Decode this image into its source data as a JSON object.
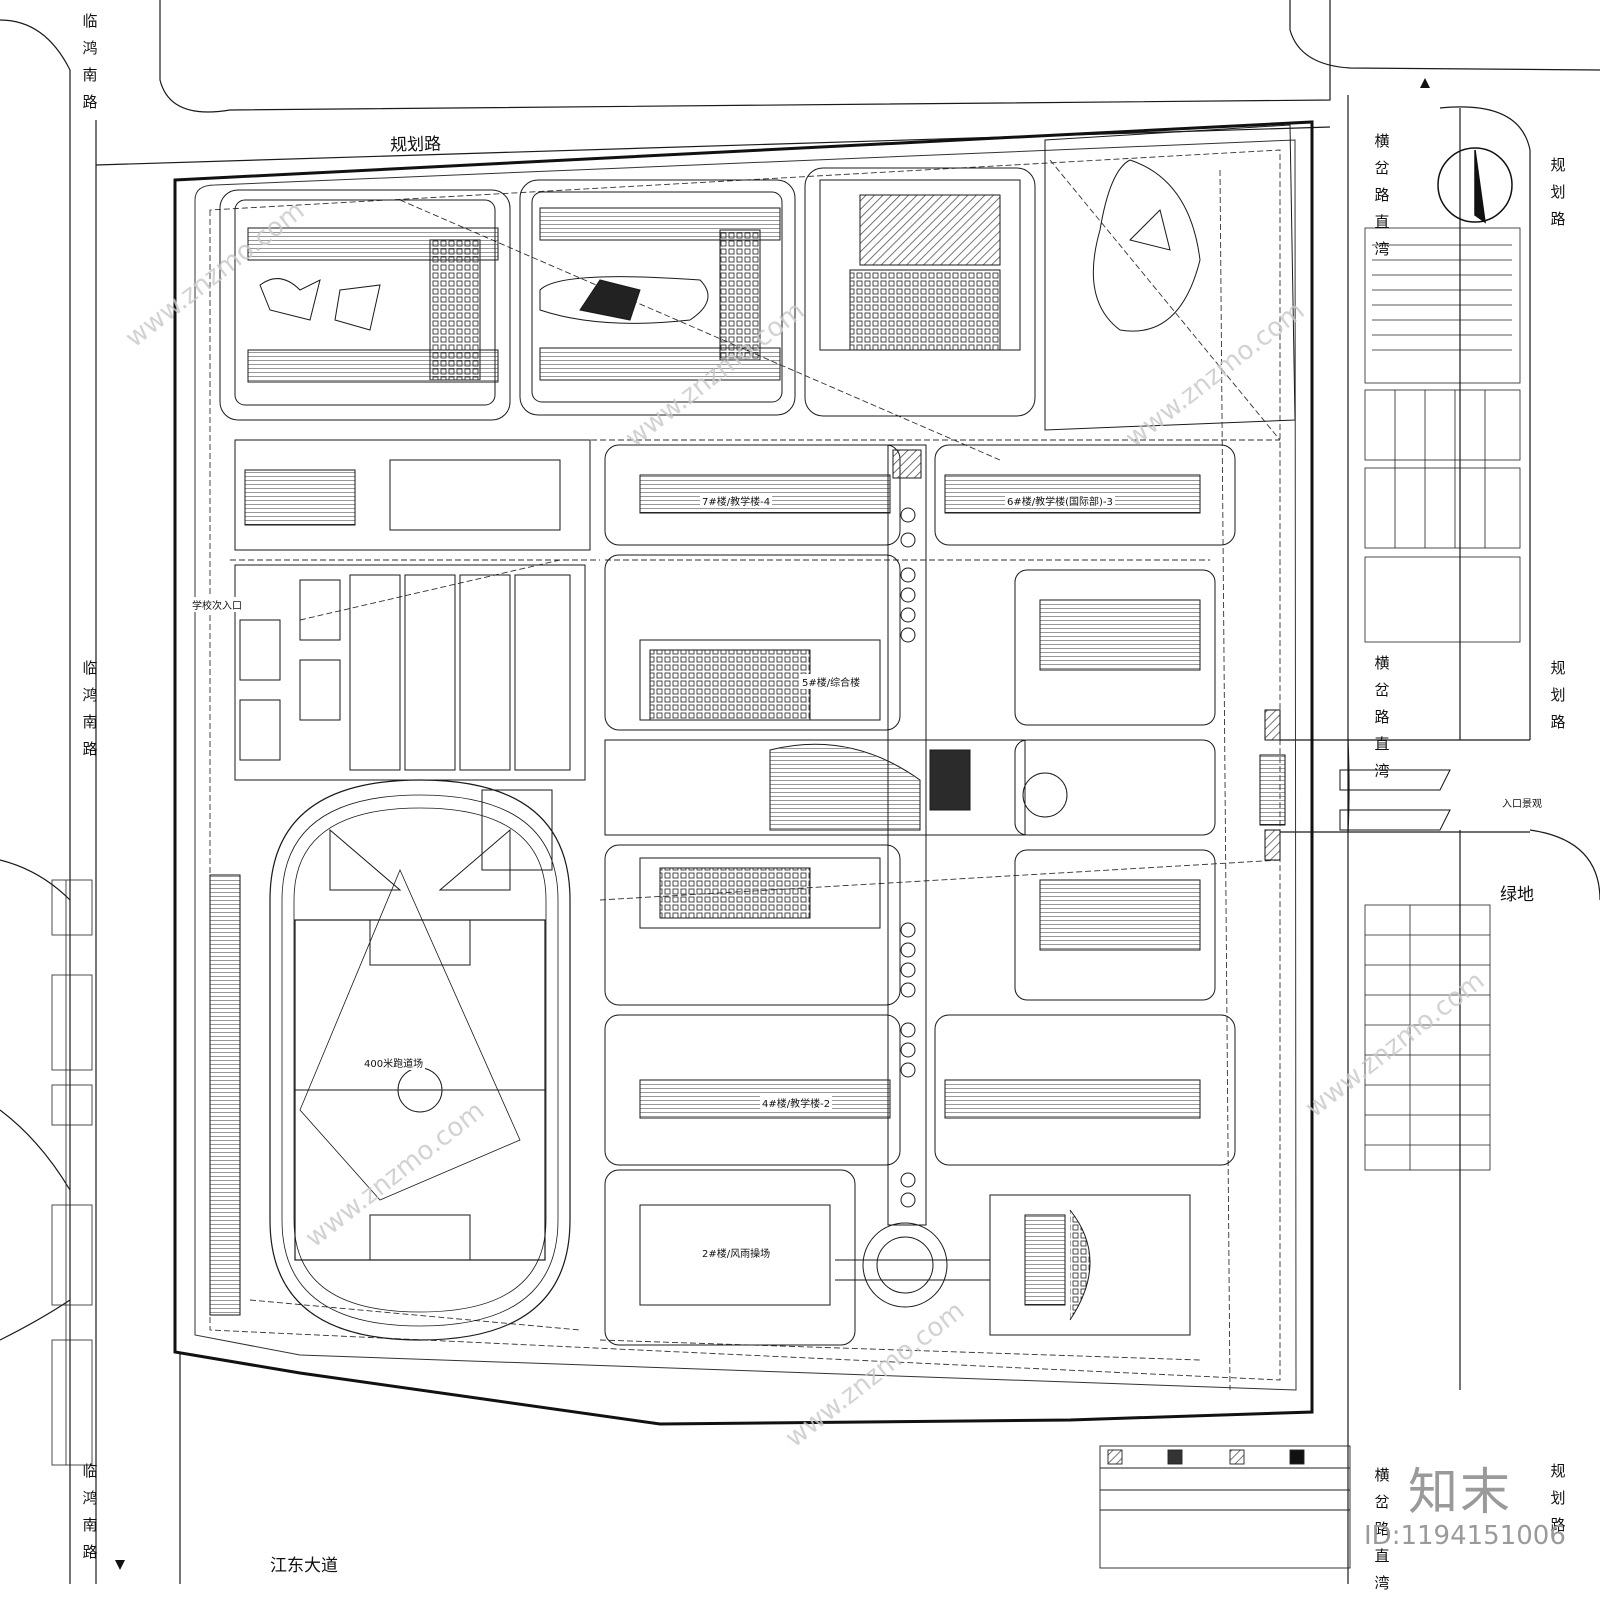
{
  "roads": {
    "west_1": "临鸿南路",
    "west_2": "临鸿南路",
    "west_3": "临鸿南路",
    "north": "规划路",
    "east_branch_1": "横岔路直湾",
    "east_branch_2": "横岔路直湾",
    "east_branch_3": "横岔路直湾",
    "east_far_1": "规划路",
    "east_far_2": "规划路",
    "east_far_3": "规划路",
    "south": "江东大道"
  },
  "areas": {
    "green_space": "绿地",
    "east_entrance": "入口景观",
    "west_entrance": "学校次入口",
    "track_field": "400米跑道场"
  },
  "buildings": {
    "teaching_4": "7#楼/教学楼-4",
    "teaching_3": "6#楼/教学楼(国际部)-3",
    "complex": "5#楼/综合楼",
    "teaching_2": "4#楼/教学楼-2",
    "gym": "2#楼/风雨操场"
  },
  "watermark": {
    "logo": "知末",
    "id": "ID:1194151006",
    "site": "www.znzmo.com"
  },
  "colors": {
    "line": "#1a1a1a",
    "fill_dark": "#2b2b2b",
    "hatch": "#555555"
  }
}
